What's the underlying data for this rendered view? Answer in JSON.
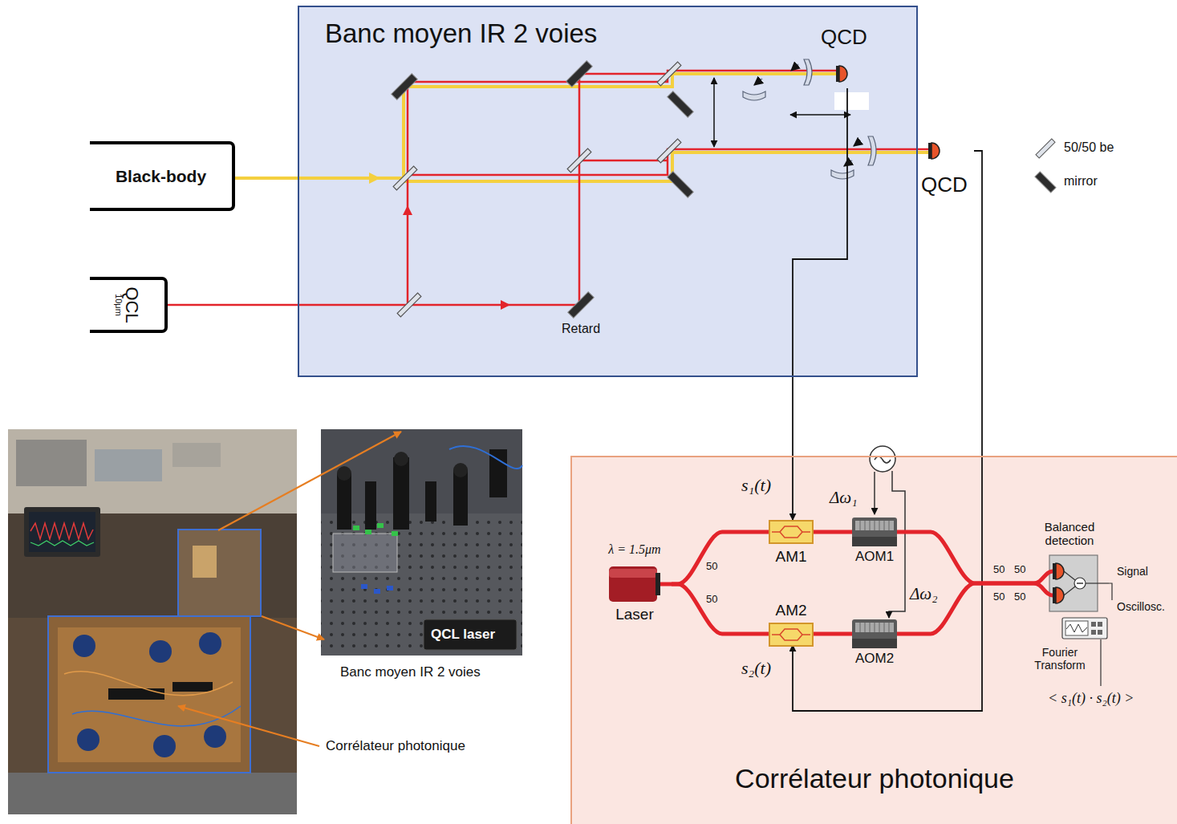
{
  "diagram": {
    "nodes": [
      {
        "text": [
          "Banc moyen IR 2 voies"
        ]
      },
      {
        "text": [
          "QCD"
        ],
        "in": 0
      },
      {
        "text": [
          "Black-body"
        ]
      },
      {
        "text": [
          "QCD"
        ]
      },
      {
        "text": [
          "QCL",
          "10μm"
        ]
      },
      {
        "text": [
          "Corrélateur photonique"
        ]
      },
      {
        "text": [
          "λ = 1.5μm",
          "Laser"
        ],
        "in": 5
      },
      {
        "text": [
          "AM1"
        ],
        "in": 5
      },
      {
        "text": [
          "AOM1"
        ],
        "in": 5
      },
      {
        "text": [
          "AM2"
        ],
        "in": 5
      },
      {
        "text": [
          "AOM2"
        ],
        "in": 5
      },
      {
        "text": [
          "Balanced detection"
        ],
        "in": 5
      },
      {
        "text": [
          "Oscillosc."
        ],
        "in": 5
      }
    ],
    "edges": [
      {
        "from": 1,
        "to": 7,
        "arrow": "to",
        "label": "s₁(t)"
      },
      {
        "from": 3,
        "to": 9,
        "arrow": "to",
        "label": "s₂(t)"
      },
      {
        "from": 6,
        "to": 7,
        "arrow": "none"
      },
      {
        "from": 6,
        "to": 9,
        "arrow": "none"
      },
      {
        "from": 7,
        "to": 8,
        "arrow": "none"
      },
      {
        "from": 9,
        "to": 10,
        "arrow": "none"
      },
      {
        "from": 8,
        "to": 11,
        "arrow": "none"
      },
      {
        "from": 10,
        "to": 11,
        "arrow": "none"
      },
      {
        "from": 11,
        "to": 12,
        "arrow": "none",
        "label": "Signal"
      }
    ],
    "labels": [
      "Retard",
      "50",
      "50",
      "Δω₁",
      "Δω₂",
      "50",
      "50",
      "50",
      "50",
      "Fourier Transform",
      "< s₁(t) · s₂(t) >",
      "QCL laser",
      "Banc moyen IR 2 voies",
      "Corrélateur photonique"
    ],
    "legend": [
      {
        "text": "50/50 be"
      },
      {
        "text": "mirror"
      }
    ]
  }
}
